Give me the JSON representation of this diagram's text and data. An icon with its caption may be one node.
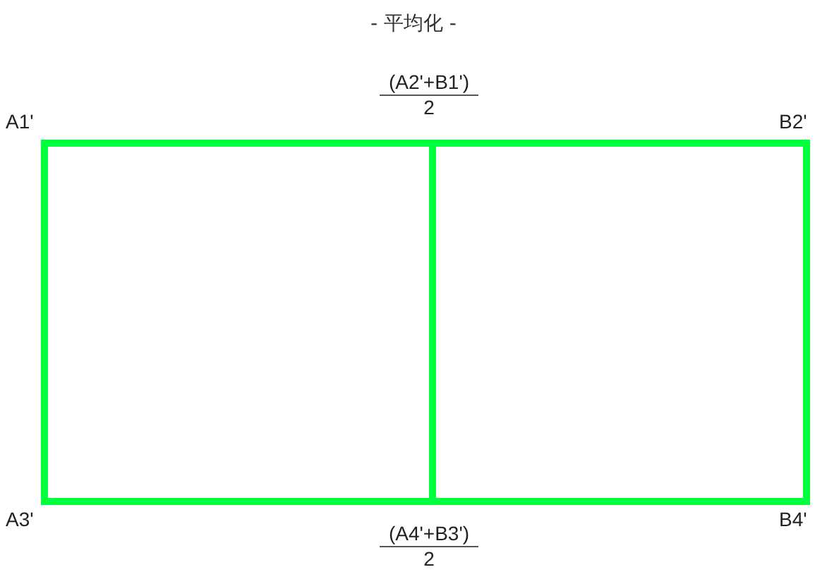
{
  "diagram": {
    "title": "- 平均化 -",
    "nodes": [
      {
        "text": [],
        "shape": "box"
      },
      {
        "text": [],
        "shape": "box"
      }
    ],
    "edges": [],
    "labels": [
      "A1'",
      "(A2'+B1')",
      "2",
      "B2'",
      "A3'",
      "(A4'+B3')",
      "2",
      "B4'"
    ]
  }
}
